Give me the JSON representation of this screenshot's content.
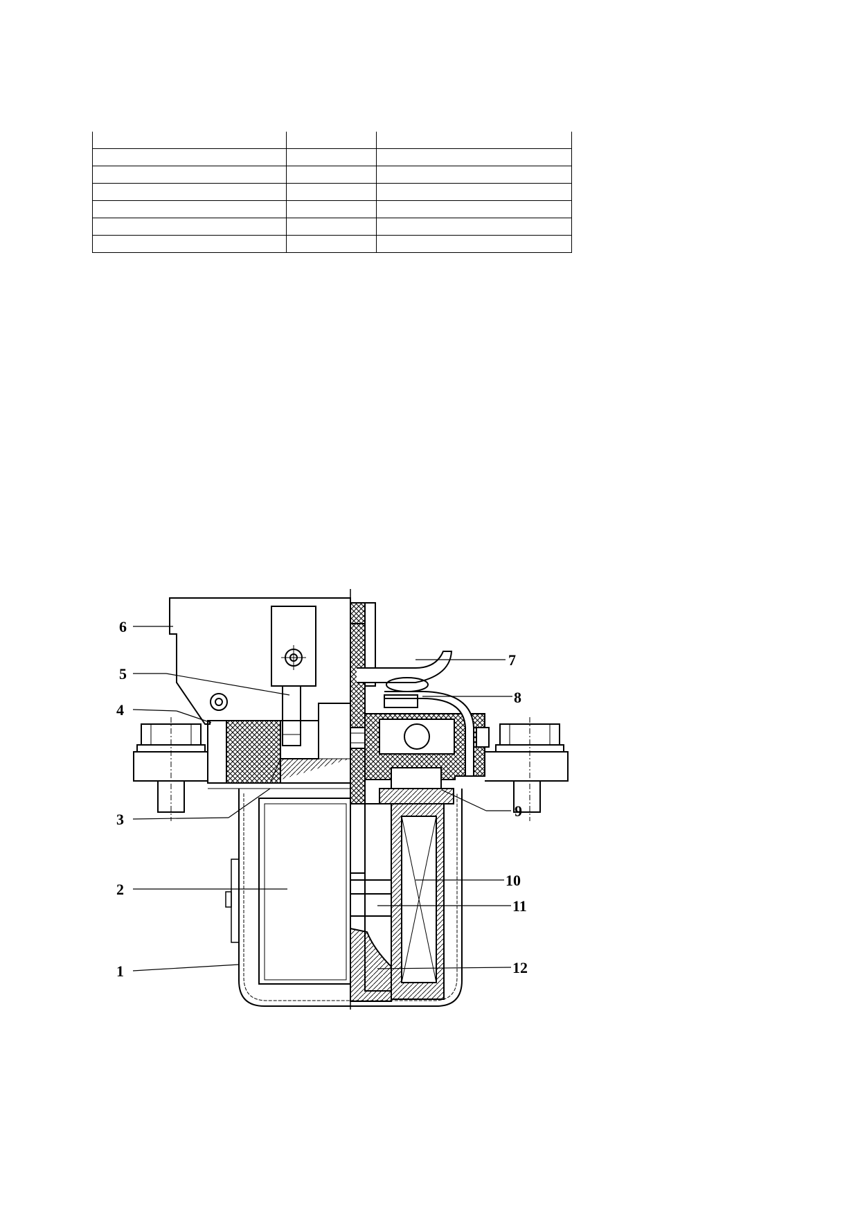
{
  "table": {
    "columns": 3,
    "rows": [
      [
        "",
        "",
        ""
      ],
      [
        "",
        "",
        ""
      ],
      [
        "",
        "",
        ""
      ],
      [
        "",
        "",
        ""
      ],
      [
        "",
        "",
        ""
      ],
      [
        "",
        "",
        ""
      ],
      [
        "",
        "",
        ""
      ]
    ]
  },
  "figure": {
    "callouts": [
      {
        "id": "c1",
        "text": "1"
      },
      {
        "id": "c2",
        "text": "2"
      },
      {
        "id": "c3",
        "text": "3"
      },
      {
        "id": "c4",
        "text": "4"
      },
      {
        "id": "c5",
        "text": "5"
      },
      {
        "id": "c6",
        "text": "6"
      },
      {
        "id": "c7",
        "text": "7"
      },
      {
        "id": "c8",
        "text": "8"
      },
      {
        "id": "c9",
        "text": "9"
      },
      {
        "id": "c10",
        "text": "10"
      },
      {
        "id": "c11",
        "text": "11"
      },
      {
        "id": "c12",
        "text": "12"
      }
    ]
  }
}
